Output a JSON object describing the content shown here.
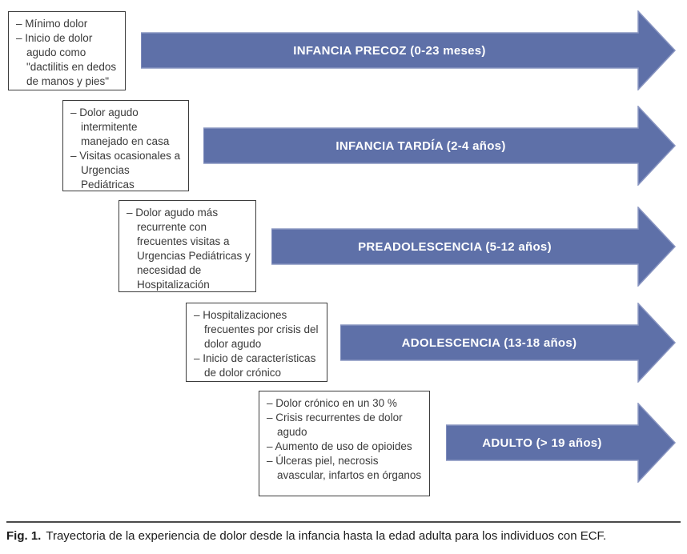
{
  "figure": {
    "colors": {
      "arrow_fill": "#5e70a8",
      "arrow_edge": "#8995c1"
    },
    "rows": [
      {
        "stage_label": "INFANCIA PRECOZ (0-23 meses)",
        "bullets": [
          "– Mínimo dolor",
          "– Inicio de dolor agudo como \"dactilitis en dedos de manos y pies\""
        ]
      },
      {
        "stage_label": "INFANCIA TARDÍA (2-4 años)",
        "bullets": [
          "– Dolor agudo intermitente manejado en casa",
          "– Visitas ocasionales a Urgencias Pediátricas"
        ]
      },
      {
        "stage_label": "PREADOLESCENCIA (5-12 años)",
        "bullets": [
          "– Dolor agudo más recurrente con frecuentes visitas a Urgencias Pediátricas y necesidad de Hospitalización"
        ]
      },
      {
        "stage_label": "ADOLESCENCIA (13-18 años)",
        "bullets": [
          "– Hospitalizaciones frecuentes por crisis del dolor agudo",
          "– Inicio de características de dolor crónico"
        ]
      },
      {
        "stage_label": "ADULTO (> 19 años)",
        "bullets": [
          "– Dolor crónico en un 30 %",
          "– Crisis recurrentes de dolor agudo",
          "– Aumento de uso de opioides",
          "– Úlceras piel, necrosis avascular, infartos en órganos"
        ]
      }
    ],
    "caption": {
      "label": "Fig. 1.",
      "text": "Trayectoria de la experiencia de dolor desde la infancia hasta la edad adulta para los individuos con ECF."
    }
  }
}
